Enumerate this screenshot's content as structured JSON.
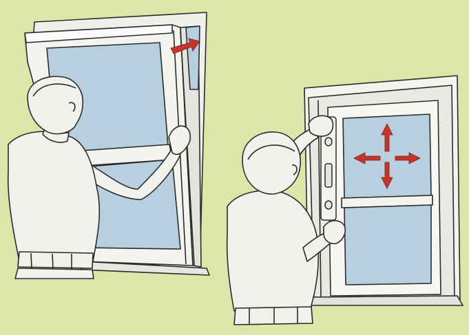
{
  "illustration": {
    "panels": [
      {
        "name": "tilt-window-into-opening"
      },
      {
        "name": "level-and-square-window"
      }
    ],
    "arrows": {
      "tilt_direction": "into-opening",
      "adjust_directions": [
        "up",
        "down",
        "left",
        "right"
      ]
    },
    "colors": {
      "background": "#dde6a8",
      "frame": "#efefec",
      "glass": "#b7cfdf",
      "outline": "#2b2b2b",
      "skin_shirt": "#f1f1ee",
      "arrow": "#c8332b"
    },
    "icons": [
      "spirit-level-icon",
      "tilt-arrow-icon",
      "four-way-arrow-icon"
    ]
  }
}
